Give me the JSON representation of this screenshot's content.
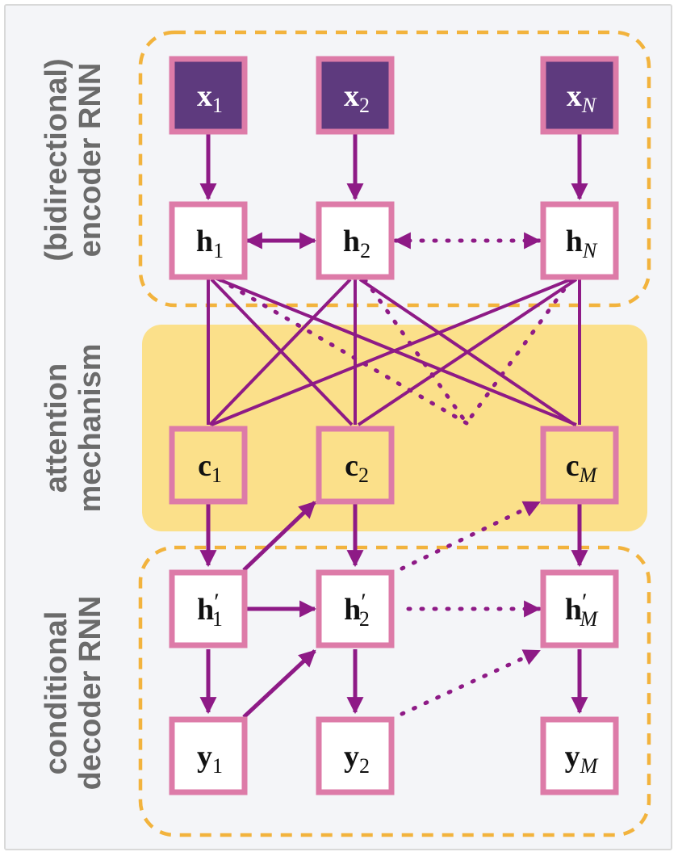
{
  "colors": {
    "background": "#f4f5f8",
    "panel_border": "#d9d9d9",
    "dashed_region": "#f2b33d",
    "attention_band": "#fbe08a",
    "node_border": "#dd7ba8",
    "node_fill": "#ffffff",
    "input_fill": "#5e3a7e",
    "context_fill": "#fbe08a",
    "arrow": "#8e1a86",
    "label_text": "#6b6b6b"
  },
  "groups": {
    "encoder": {
      "label_line1": "(bidirectional)",
      "label_line2": "encoder RNN"
    },
    "attention": {
      "label_line1": "attention",
      "label_line2": "mechanism"
    },
    "decoder": {
      "label_line1": "conditional",
      "label_line2": "decoder RNN"
    }
  },
  "nodes": {
    "x1": {
      "sym": "x",
      "idx": "1",
      "italic_idx": false,
      "prime": ""
    },
    "x2": {
      "sym": "x",
      "idx": "2",
      "italic_idx": false,
      "prime": ""
    },
    "xN": {
      "sym": "x",
      "idx": "N",
      "italic_idx": true,
      "prime": ""
    },
    "h1": {
      "sym": "h",
      "idx": "1",
      "italic_idx": false,
      "prime": ""
    },
    "h2": {
      "sym": "h",
      "idx": "2",
      "italic_idx": false,
      "prime": ""
    },
    "hN": {
      "sym": "h",
      "idx": "N",
      "italic_idx": true,
      "prime": ""
    },
    "c1": {
      "sym": "c",
      "idx": "1",
      "italic_idx": false,
      "prime": ""
    },
    "c2": {
      "sym": "c",
      "idx": "2",
      "italic_idx": false,
      "prime": ""
    },
    "cM": {
      "sym": "c",
      "idx": "M",
      "italic_idx": true,
      "prime": ""
    },
    "hp1": {
      "sym": "h",
      "idx": "1",
      "italic_idx": false,
      "prime": "′"
    },
    "hp2": {
      "sym": "h",
      "idx": "2",
      "italic_idx": false,
      "prime": "′"
    },
    "hpM": {
      "sym": "h",
      "idx": "M",
      "italic_idx": true,
      "prime": "′"
    },
    "y1": {
      "sym": "y",
      "idx": "1",
      "italic_idx": false,
      "prime": ""
    },
    "y2": {
      "sym": "y",
      "idx": "2",
      "italic_idx": false,
      "prime": ""
    },
    "yM": {
      "sym": "y",
      "idx": "M",
      "italic_idx": true,
      "prime": ""
    }
  }
}
